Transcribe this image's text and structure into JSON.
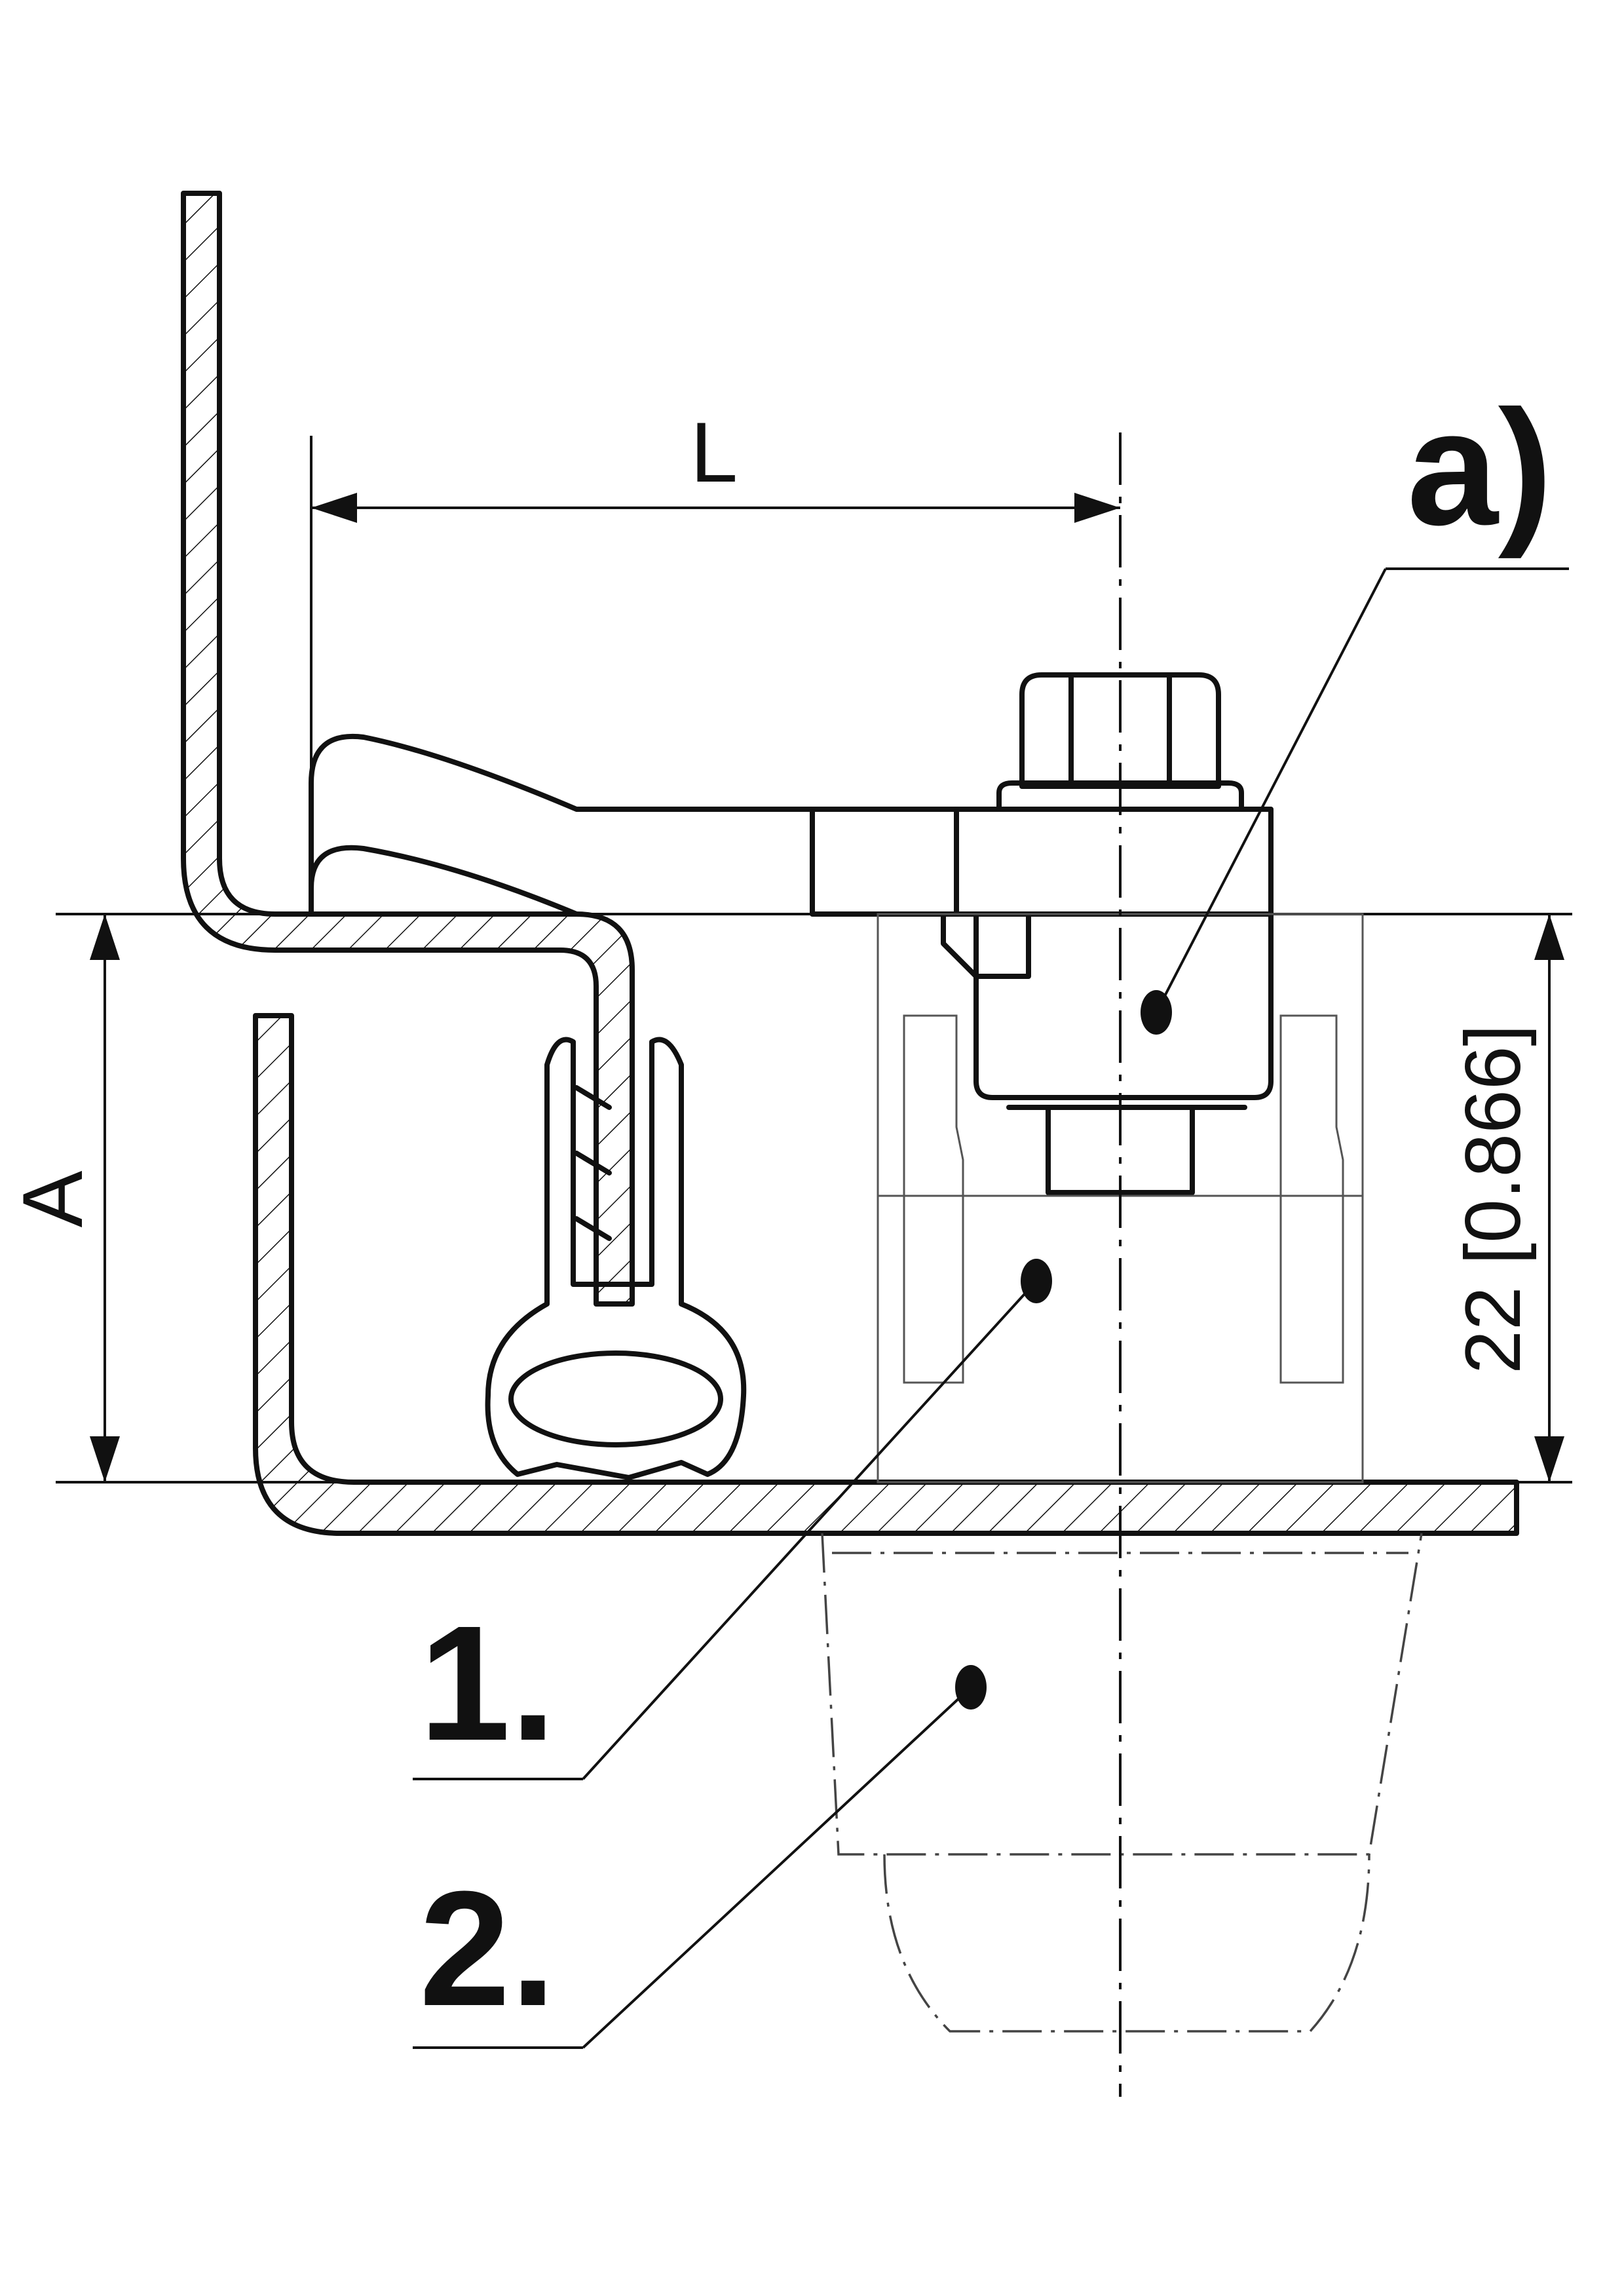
{
  "labels": {
    "dimension_l": "L",
    "dimension_a": "A",
    "dimension_height": "22 [0.866]",
    "callout_a": "a)",
    "callout_1": "1.",
    "callout_2": "2."
  },
  "colors": {
    "ink": "#111111",
    "background": "#ffffff"
  }
}
